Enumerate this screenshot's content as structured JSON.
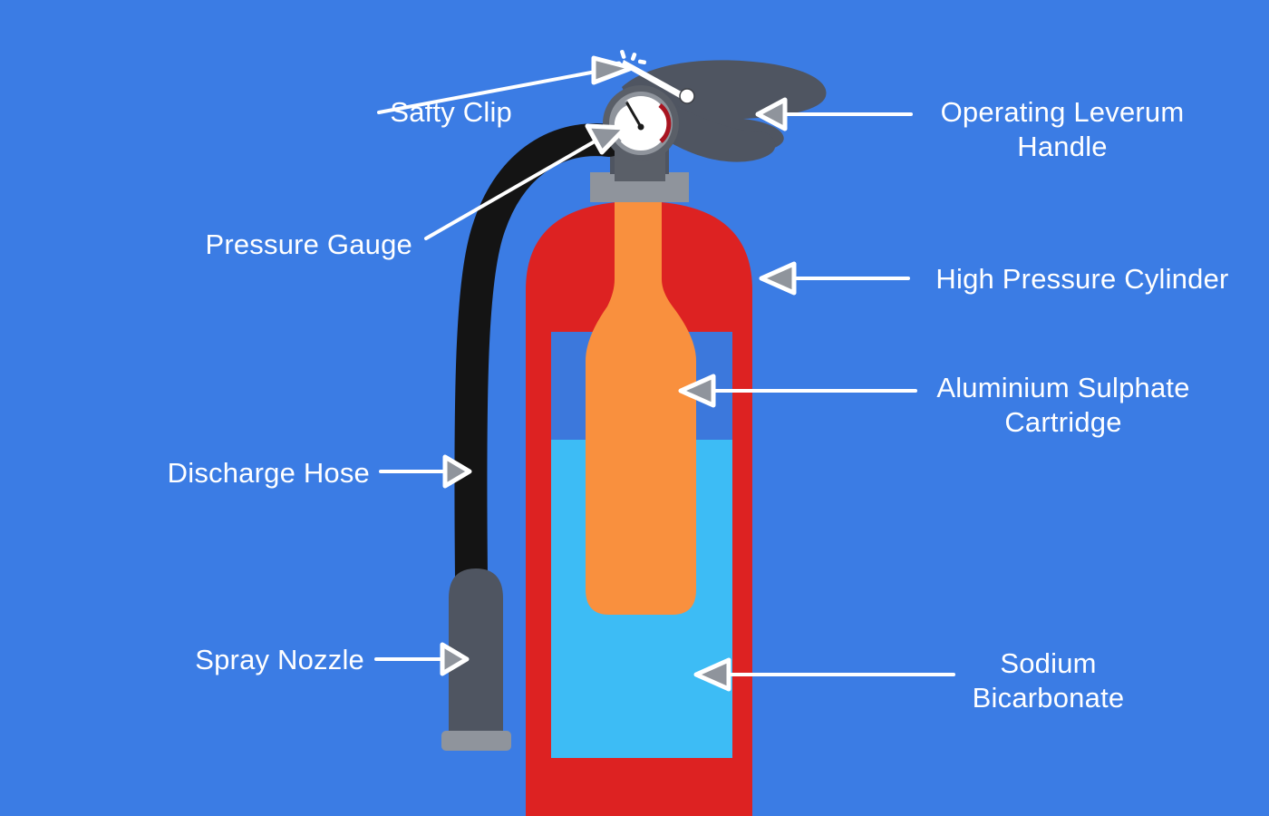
{
  "diagram": {
    "title": "Fire Extinguisher Parts Diagram",
    "background_color": "#3b7ce4",
    "subject": "fire-extinguisher"
  },
  "colors": {
    "background": "#3b7ce4",
    "cylinder_red": "#dd2222",
    "cartridge_orange": "#f9903e",
    "agent_light_blue": "#3dbcf5",
    "inner_upper_blue": "#3c78dc",
    "hose_black": "#141414",
    "metal_dark_gray": "#4f5561",
    "metal_mid_gray": "#5a5f68",
    "metal_light_gray": "#8f949c",
    "label_white": "#ffffff",
    "gauge_face": "#ffffff",
    "gauge_red_arc": "#a81420"
  },
  "labels": [
    {
      "id": "safty-clip",
      "text": "Safty Clip",
      "side": "left",
      "lines": 1
    },
    {
      "id": "pressure-gauge",
      "text": "Pressure Gauge",
      "side": "left",
      "lines": 1
    },
    {
      "id": "discharge-hose",
      "text": "Discharge Hose",
      "side": "left",
      "lines": 1
    },
    {
      "id": "spray-nozzle",
      "text": "Spray Nozzle",
      "side": "left",
      "lines": 1
    },
    {
      "id": "operating-lever",
      "text": "Operating Leverum\nHandle",
      "side": "right",
      "lines": 2
    },
    {
      "id": "high-pressure",
      "text": "High Pressure Cylinder",
      "side": "right",
      "lines": 1
    },
    {
      "id": "aluminium",
      "text": "Aluminium Sulphate\nCartridge",
      "side": "right",
      "lines": 2
    },
    {
      "id": "sodium",
      "text": "Sodium\nBicarbonate",
      "side": "right",
      "lines": 2
    }
  ],
  "parts": {
    "safty_clip": "Safty Clip",
    "pressure_gauge": "Pressure Gauge",
    "discharge_hose": "Discharge Hose",
    "spray_nozzle": "Spray Nozzle",
    "operating_lever": "Operating Leverum\nHandle",
    "high_pressure_cylinder": "High Pressure Cylinder",
    "aluminium_sulphate_cartridge": "Aluminium Sulphate\nCartridge",
    "sodium_bicarbonate": "Sodium\nBicarbonate"
  }
}
